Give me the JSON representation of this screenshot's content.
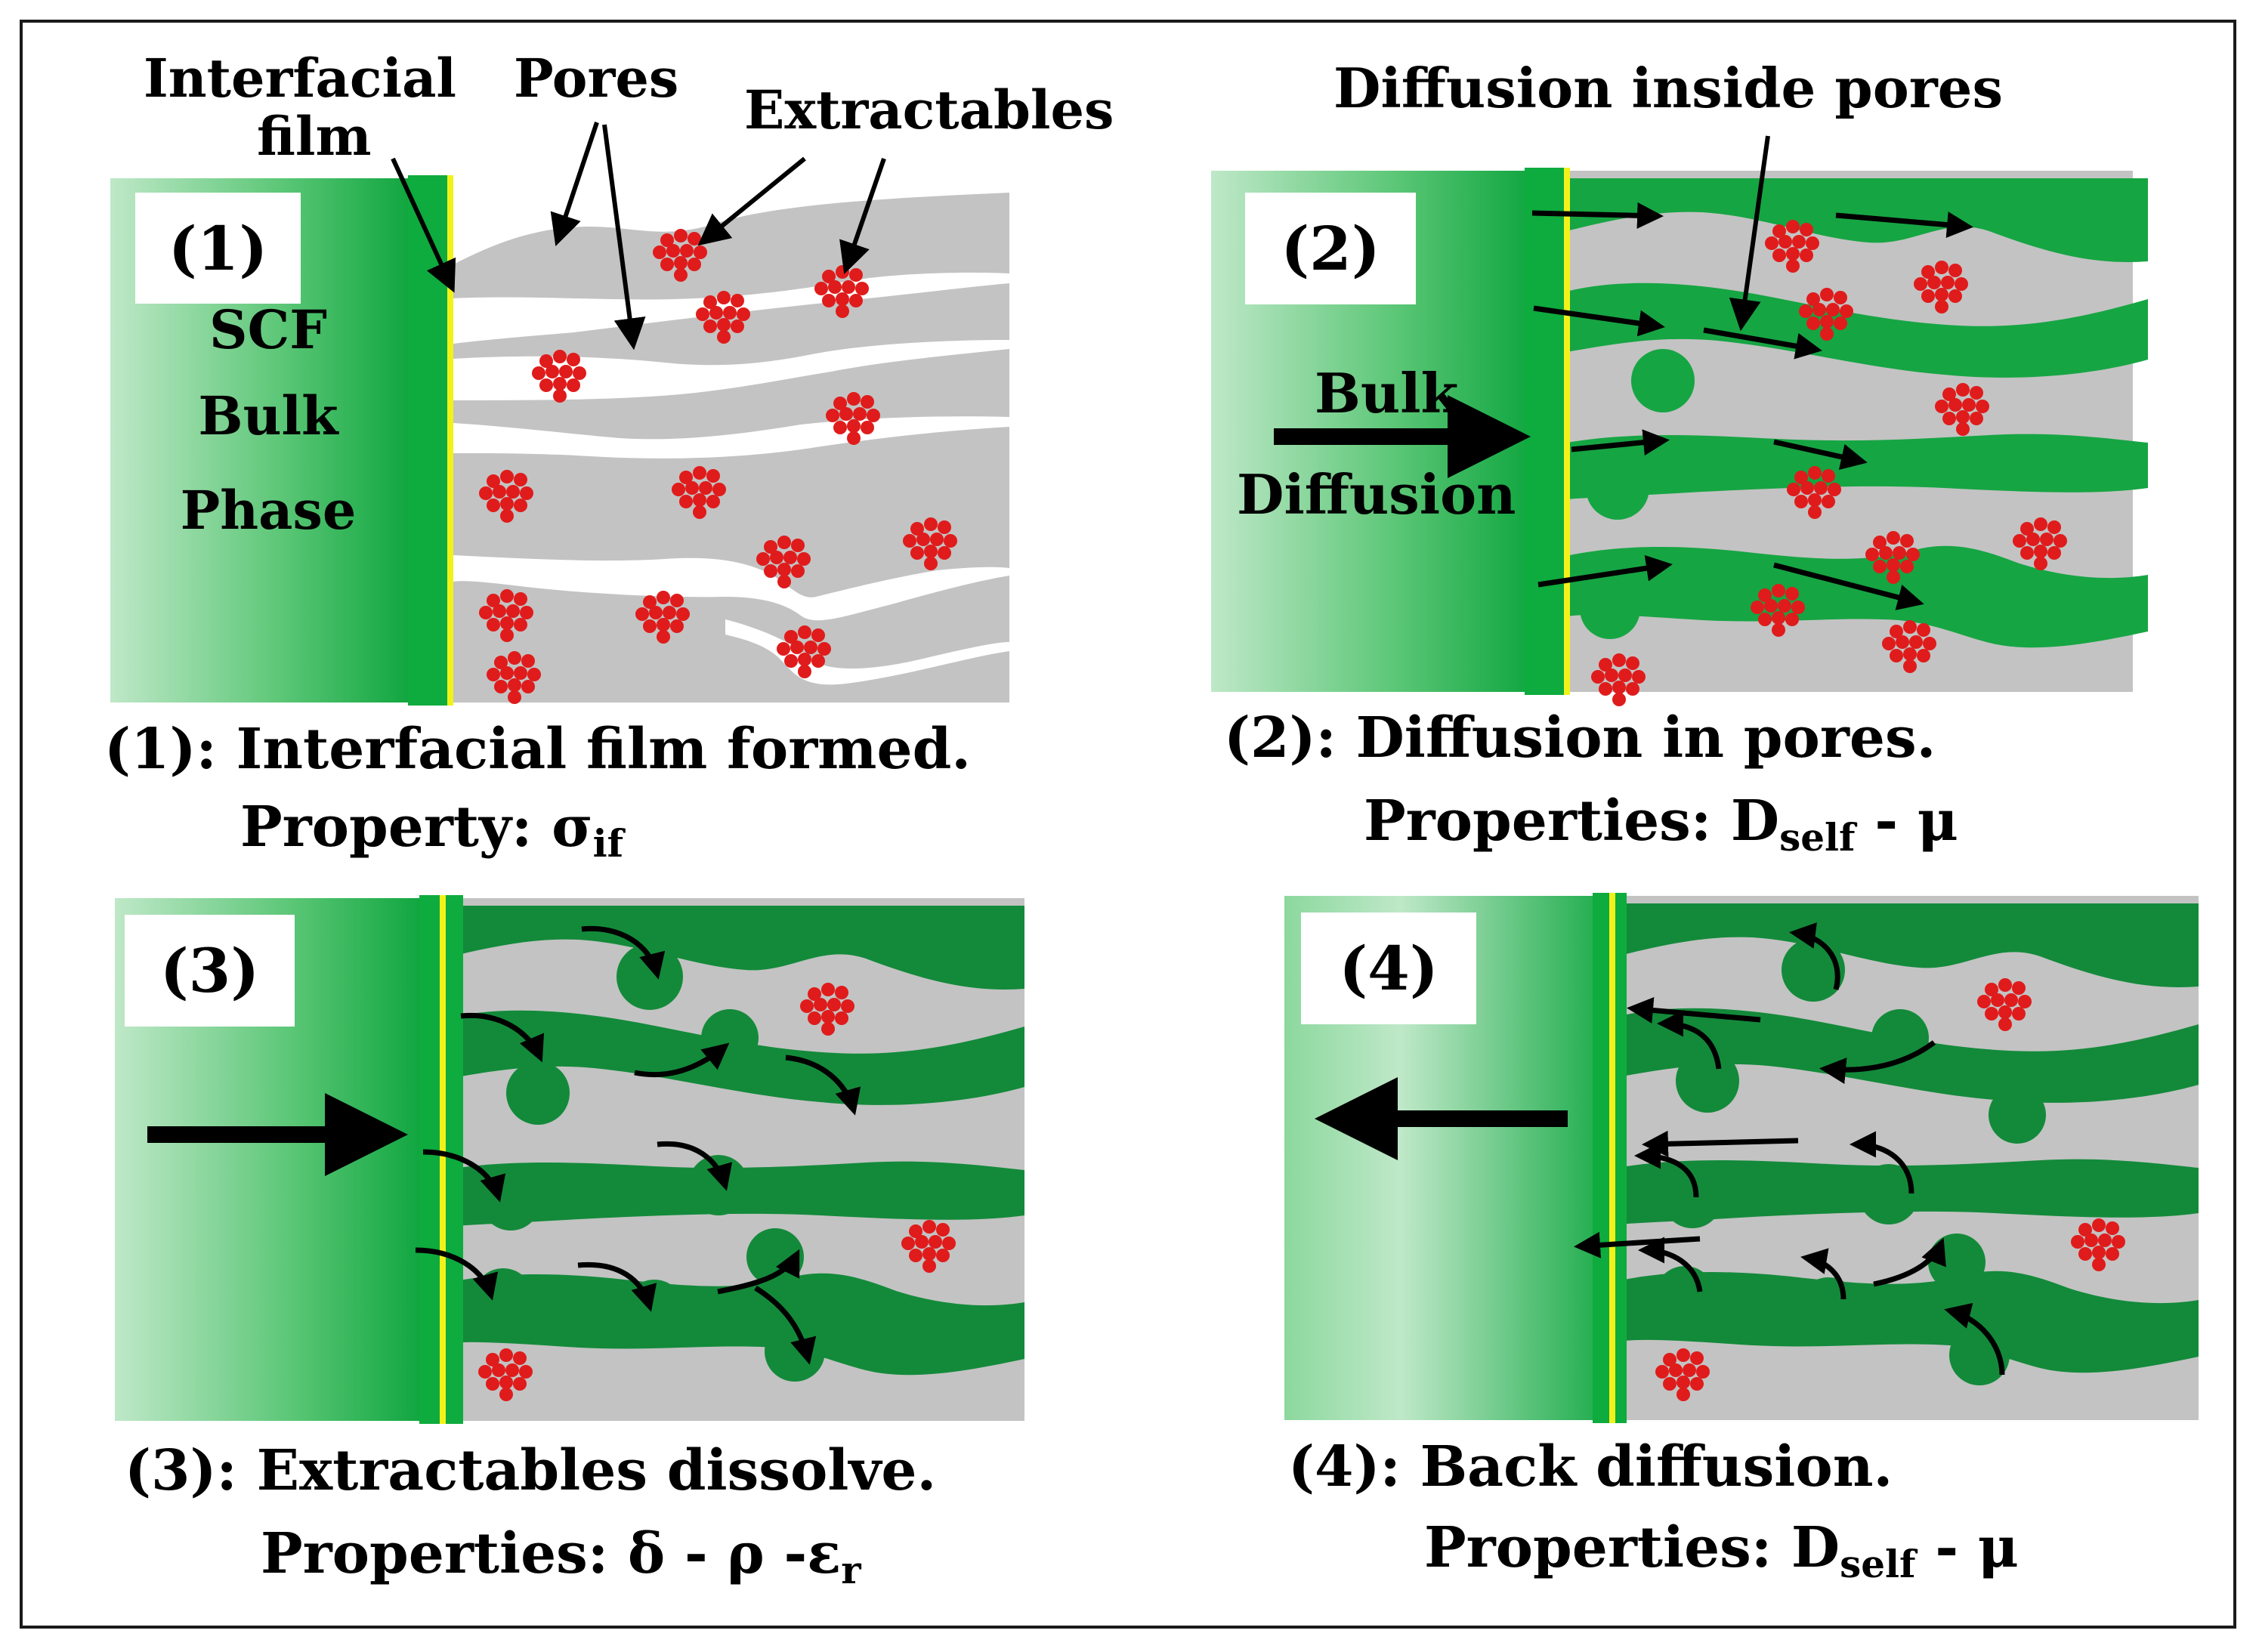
{
  "panels": [
    {
      "number": "(1)",
      "caption_line1": "(1):  Interfacial film formed.",
      "caption_prop_label": "Property: ",
      "caption_prop_symbol": "σ",
      "caption_prop_sub": "if",
      "bulk_text": [
        "SCF",
        "Bulk",
        "Phase"
      ],
      "callouts": [
        "Interfacial",
        "film",
        "Pores",
        "Extractables"
      ]
    },
    {
      "number": "(2)",
      "caption_line1": "(2):  Diffusion in pores.",
      "caption_prop_label": "Properties: D",
      "caption_prop_sub": "self",
      "caption_prop_rest": " - μ",
      "bulk_text": [
        "Bulk",
        "Diffusion"
      ],
      "callouts": [
        "Diffusion inside pores"
      ]
    },
    {
      "number": "(3)",
      "caption_line1": "(3):  Extractables dissolve.",
      "caption_prop_label": "Properties:  δ - ρ -ε",
      "caption_prop_sub": "r"
    },
    {
      "number": "(4)",
      "caption_line1": "(4):  Back diffusion.",
      "caption_prop_label": "Properties: D",
      "caption_prop_sub": "self",
      "caption_prop_rest": " - μ"
    }
  ],
  "colors": {
    "bulk_green": "#1fa84a",
    "pore_green": "#16a543",
    "dissolved_green": "#138a3a",
    "matrix_gray": "#c3c3c3",
    "film_yellow": "#f2f21a",
    "extractable_red": "#e01b1b"
  }
}
